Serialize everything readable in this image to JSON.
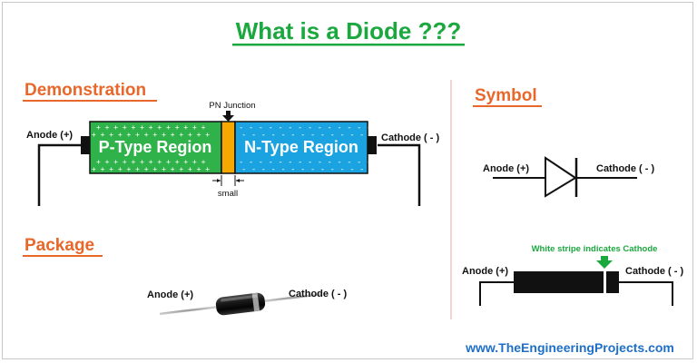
{
  "title": "What is a Diode ???",
  "sections": {
    "demonstration": "Demonstration",
    "symbol": "Symbol",
    "package": "Package"
  },
  "demonstration": {
    "anode_label": "Anode (+)",
    "cathode_label": "Cathode ( - )",
    "p_region_label": "P-Type Region",
    "n_region_label": "N-Type Region",
    "junction_label": "PN Junction",
    "junction_width_label": "small"
  },
  "symbol": {
    "anode_label": "Anode (+)",
    "cathode_label": "Cathode ( - )"
  },
  "package": {
    "anode_label": "Anode (+)",
    "cathode_label": "Cathode ( - )"
  },
  "stripe_diagram": {
    "note": "White stripe indicates Cathode",
    "anode_label": "Anode (+)",
    "cathode_label": "Cathode ( - )"
  },
  "footer_url": "www.TheEngineeringProjects.com",
  "colors": {
    "title_green": "#1aa83f",
    "section_orange": "#e8672a",
    "p_region": "#2fb24a",
    "n_region": "#1aa3e0",
    "junction": "#f5a800",
    "url_blue": "#1e6fc9"
  }
}
